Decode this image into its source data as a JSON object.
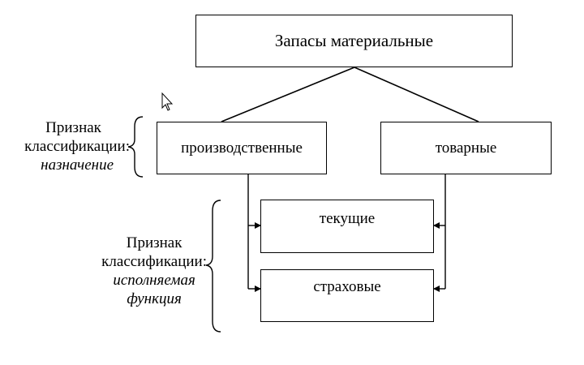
{
  "diagram": {
    "root": "Запасы материальные",
    "level1": {
      "left": "производственные",
      "right": "товарные"
    },
    "level2": {
      "first": "текущие",
      "second": "страховые"
    },
    "criterion1": {
      "line1": "Признак",
      "line2": "классификации:",
      "line3": "назначение"
    },
    "criterion2": {
      "line1": "Признак",
      "line2": "классификации:",
      "line3": "исполняемая",
      "line4": "функция"
    }
  }
}
